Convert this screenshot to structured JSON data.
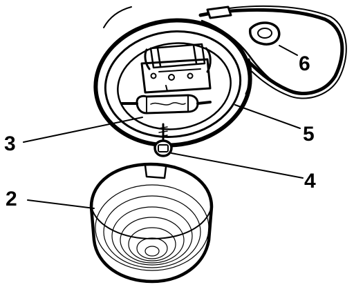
{
  "callouts": {
    "c2": "2",
    "c3": "3",
    "c4": "4",
    "c5": "5",
    "c6": "6"
  }
}
